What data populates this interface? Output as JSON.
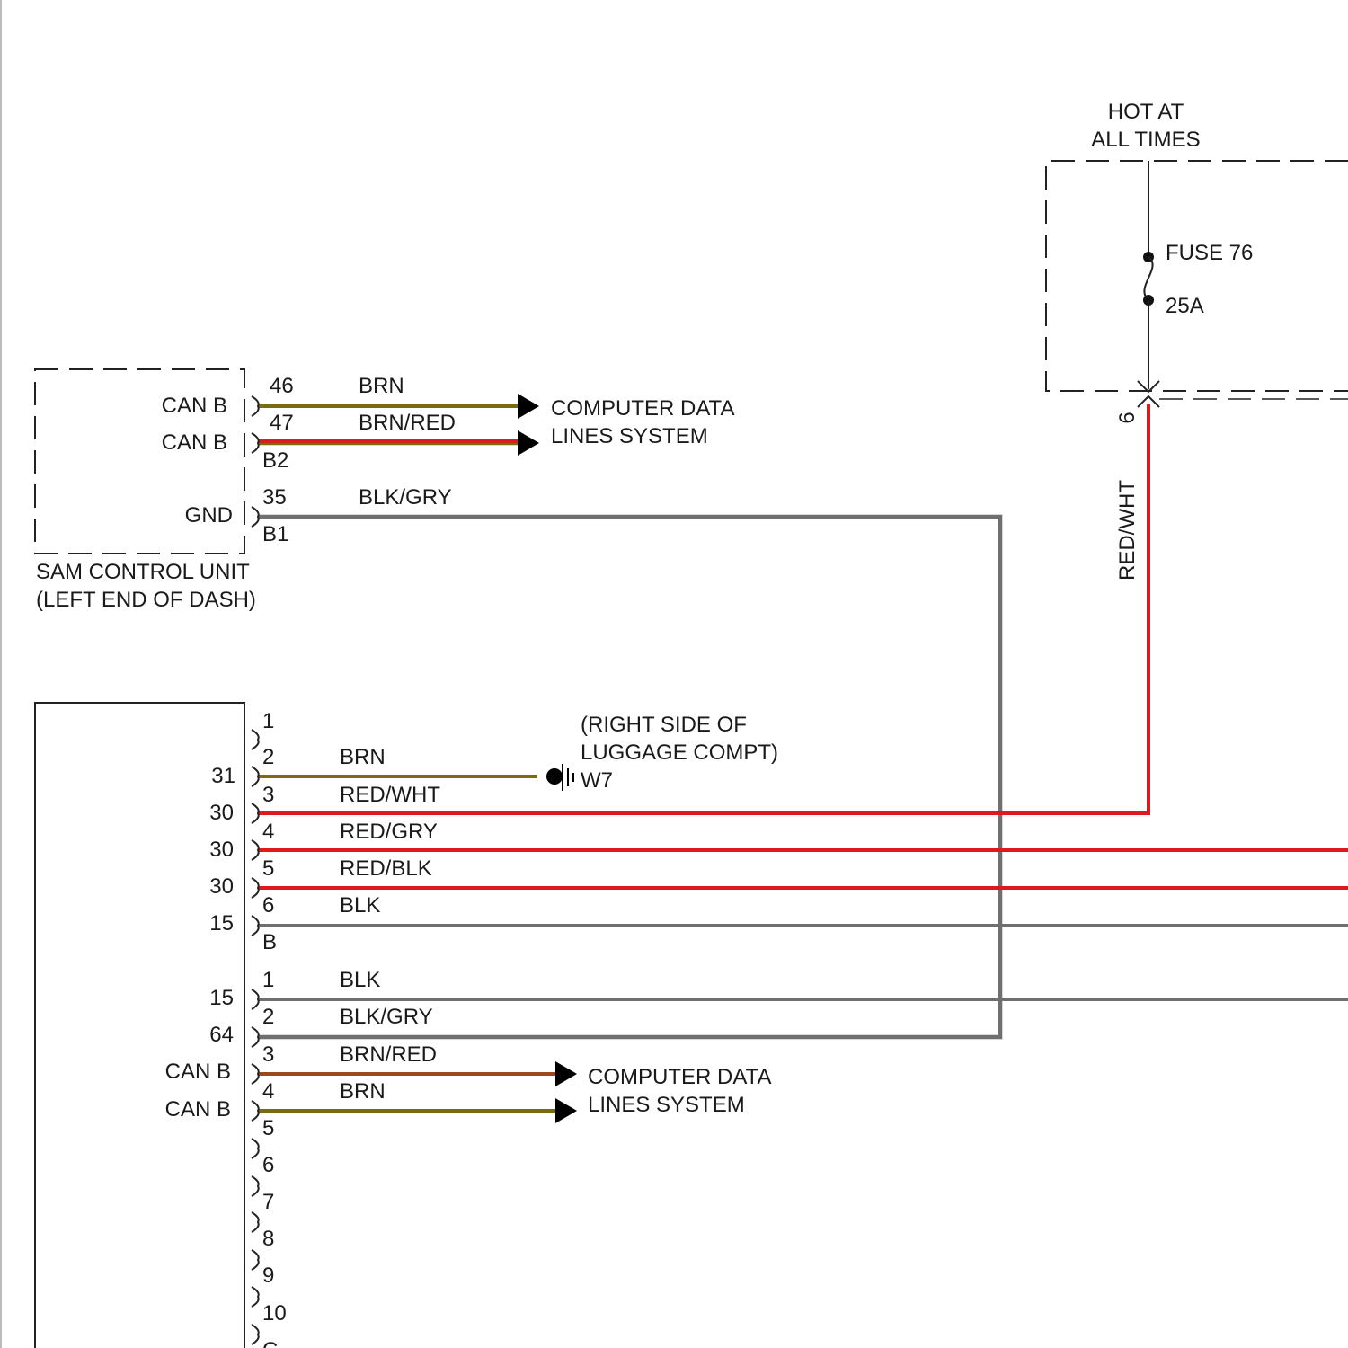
{
  "colors": {
    "brn": "#7a6a12",
    "brn_red": "#9a4a22",
    "red": "#e0191c",
    "gray": "#6f6f6f",
    "outline": "#222222"
  },
  "hot_at_all_times": {
    "line1": "HOT AT",
    "line2": "ALL TIMES"
  },
  "fuse": {
    "name": "FUSE 76",
    "rating": "25A",
    "terminal": "6",
    "wire_color": "RED/WHT"
  },
  "sam": {
    "title_line1": "SAM CONTROL UNIT",
    "title_line2": "(LEFT END OF DASH)",
    "connector_b2": "B2",
    "connector_b1": "B1",
    "pins": [
      {
        "label": "CAN B",
        "pin": "46",
        "wire": "BRN"
      },
      {
        "label": "CAN B",
        "pin": "47",
        "wire": "BRN/RED"
      },
      {
        "label": "GND",
        "pin": "35",
        "wire": "BLK/GRY"
      }
    ],
    "destination": {
      "line1": "COMPUTER DATA",
      "line2": "LINES SYSTEM"
    }
  },
  "ground": {
    "location_line1": "(RIGHT SIDE OF",
    "location_line2": "LUGGAGE COMPT)",
    "id": "W7"
  },
  "module": {
    "connector_b": {
      "name": "B",
      "pins": [
        {
          "pin": "1",
          "label": "",
          "wire": ""
        },
        {
          "pin": "2",
          "label": "31",
          "wire": "BRN"
        },
        {
          "pin": "3",
          "label": "30",
          "wire": "RED/WHT"
        },
        {
          "pin": "4",
          "label": "30",
          "wire": "RED/GRY"
        },
        {
          "pin": "5",
          "label": "30",
          "wire": "RED/BLK"
        },
        {
          "pin": "6",
          "label": "15",
          "wire": "BLK"
        }
      ]
    },
    "connector_c": {
      "name": "C",
      "pins": [
        {
          "pin": "1",
          "label": "15",
          "wire": "BLK"
        },
        {
          "pin": "2",
          "label": "64",
          "wire": "BLK/GRY"
        },
        {
          "pin": "3",
          "label": "CAN B",
          "wire": "BRN/RED"
        },
        {
          "pin": "4",
          "label": "CAN B",
          "wire": "BRN"
        },
        {
          "pin": "5",
          "label": "",
          "wire": ""
        },
        {
          "pin": "6",
          "label": "",
          "wire": ""
        },
        {
          "pin": "7",
          "label": "",
          "wire": ""
        },
        {
          "pin": "8",
          "label": "",
          "wire": ""
        },
        {
          "pin": "9",
          "label": "",
          "wire": ""
        },
        {
          "pin": "10",
          "label": "",
          "wire": ""
        }
      ]
    },
    "destination": {
      "line1": "COMPUTER DATA",
      "line2": "LINES SYSTEM"
    }
  }
}
